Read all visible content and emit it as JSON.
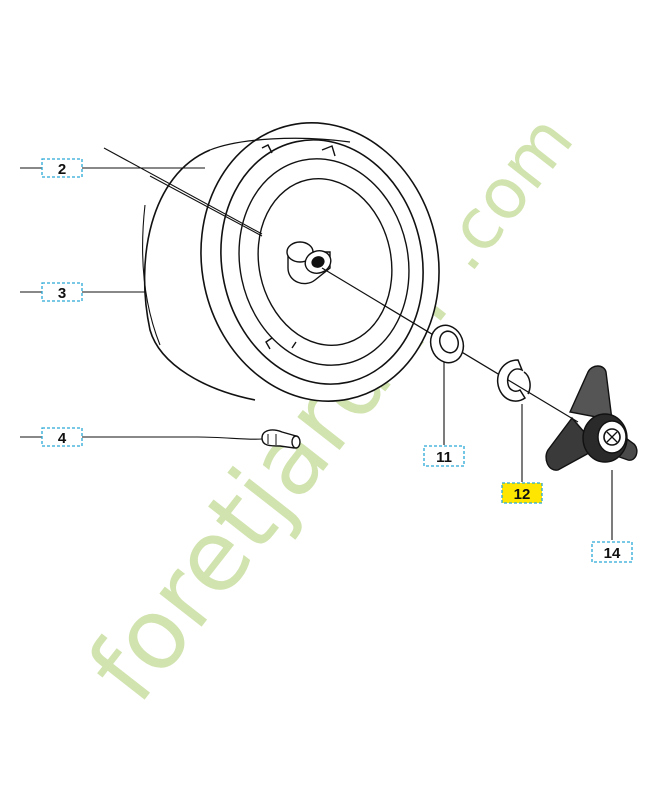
{
  "watermark": {
    "main": "foretjardin",
    "tld": ".com"
  },
  "colors": {
    "callout_border": "#29a9d6",
    "highlight_fill": "#ffe600",
    "watermark_green": "#c9dfa0",
    "watermark_orange": "#f6c69e",
    "line": "#111111"
  },
  "callouts": [
    {
      "id": "2",
      "label": "2",
      "highlighted": false
    },
    {
      "id": "3",
      "label": "3",
      "highlighted": false
    },
    {
      "id": "4",
      "label": "4",
      "highlighted": false
    },
    {
      "id": "11",
      "label": "11",
      "highlighted": false
    },
    {
      "id": "12",
      "label": "12",
      "highlighted": true
    },
    {
      "id": "14",
      "label": "14",
      "highlighted": false
    }
  ]
}
